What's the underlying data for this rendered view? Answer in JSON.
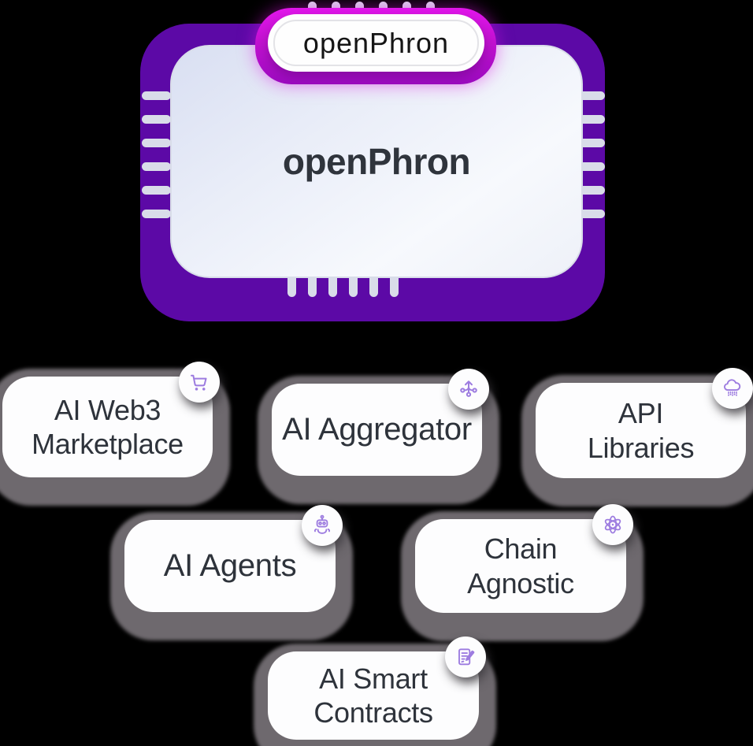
{
  "chip": {
    "badge_label": "openPhron",
    "title": "openPhron"
  },
  "cards": [
    {
      "label": "AI Web3 Marketplace",
      "lines": [
        "AI Web3",
        "Marketplace"
      ],
      "icon": "shopping-cart"
    },
    {
      "label": "AI Aggregator",
      "lines": [
        "AI Aggregator"
      ],
      "icon": "branch-arrows"
    },
    {
      "label": "API Libraries",
      "lines": [
        "API",
        "Libraries"
      ],
      "icon": "cloud-connect"
    },
    {
      "label": "AI Agents",
      "lines": [
        "AI Agents"
      ],
      "icon": "robot"
    },
    {
      "label": "Chain Agnostic",
      "lines": [
        "Chain",
        "Agnostic"
      ],
      "icon": "atom"
    },
    {
      "label": "AI Smart Contracts",
      "lines": [
        "AI Smart",
        "Contracts"
      ],
      "icon": "contract-pen"
    }
  ],
  "colors": {
    "background": "#000000",
    "chip_purple": "#5c09a6",
    "glow_magenta": "#d613df",
    "pin_gray": "#d9dce9",
    "panel_gradient_start": "#d9dff2",
    "panel_gradient_end": "#fbfcfe",
    "title_text": "#2f343c",
    "card_text": "#2e333b",
    "card_background": "#fdfdfe",
    "shadow_gray": "#6e696e",
    "icon_purple": "#9d7ce0"
  }
}
